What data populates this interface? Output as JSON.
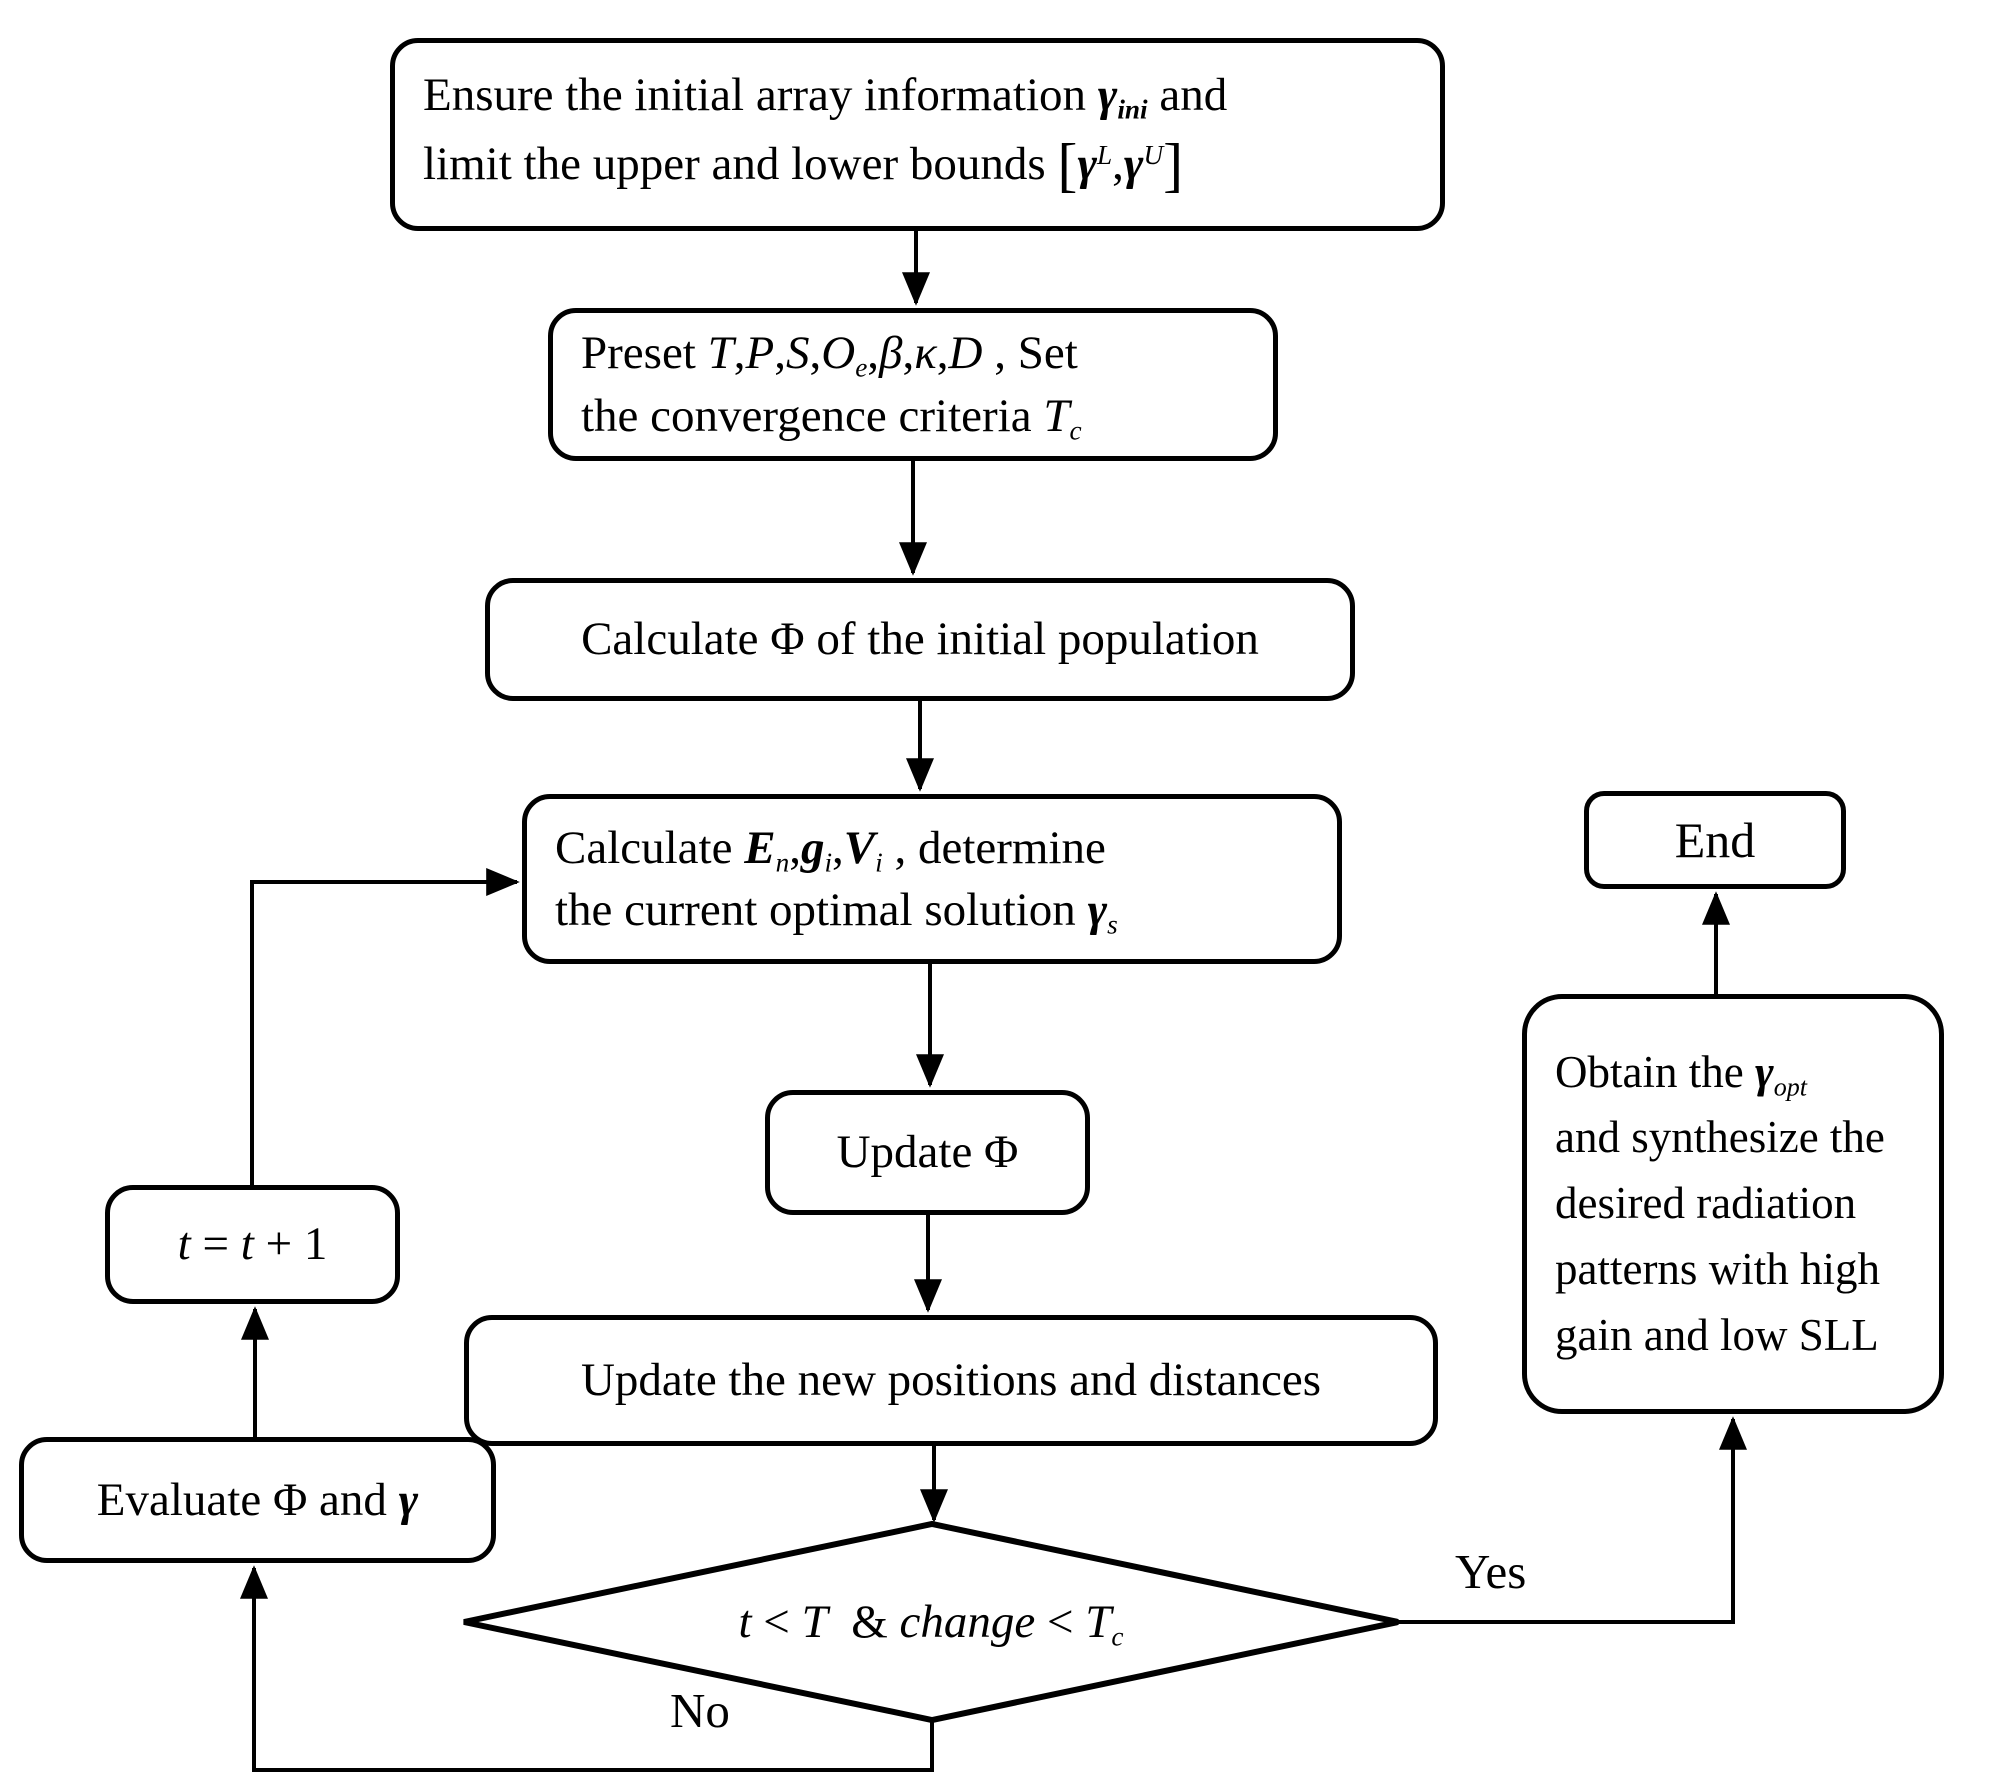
{
  "flowchart": {
    "title": "Optimization algorithm flowchart",
    "colors": {
      "stroke": "#000000",
      "fill": "#ffffff",
      "background": "#ffffff"
    },
    "nodes": {
      "ensure": {
        "line1": "Ensure the initial array information <b><i>γ</i></b><sub><b><i>ini</i></b></sub> and",
        "line2": "limit the upper and lower bounds <span class='brk'>[</span><b><i>γ</i></b><sup><i>L</i></sup>,<b><i>γ</i></b><sup><i>U</i></sup><span class='brk'>]</span>"
      },
      "preset": {
        "line1": "Preset <i>T</i>,<i>P</i>,<i>S</i>,<i>O</i><sub><i>e</i></sub>,<i>β</i>,<i>κ</i>,<i>D</i> , Set",
        "line2": "the convergence criteria <i>T</i><sub><i>c</i></sub>"
      },
      "calc_phi": {
        "text": "Calculate Φ of the initial population"
      },
      "calc_env": {
        "line1": "Calculate <b><i>E</i></b><sub><i>n</i></sub>,<b><i>g</i></b><sub><i>i</i></sub>,<b><i>V</i></b><sub><i>i</i></sub> , determine",
        "line2": "the current optimal solution <b><i>γ</i></b><sub><i>s</i></sub>"
      },
      "update_phi": {
        "text": "Update Φ"
      },
      "update_positions": {
        "text": "Update the new positions and distances"
      },
      "decision": {
        "text": "<i>t</i> &lt; <i>T</i> &nbsp;&amp; <i>change</i> &lt; <i>T</i><sub><i>c</i></sub>"
      },
      "t_increment": {
        "text": "<i>t</i> = <i>t</i> + 1"
      },
      "evaluate": {
        "text": "Evaluate Φ and <b><i>γ</i></b>"
      },
      "obtain": {
        "text": "Obtain the <b><i>γ</i></b><sub><i>opt</i></sub><br>and synthesize the<br>desired radiation<br>patterns with high<br>gain and low SLL"
      },
      "end": {
        "text": "End"
      }
    },
    "labels": {
      "yes": "Yes",
      "no": "No"
    }
  }
}
